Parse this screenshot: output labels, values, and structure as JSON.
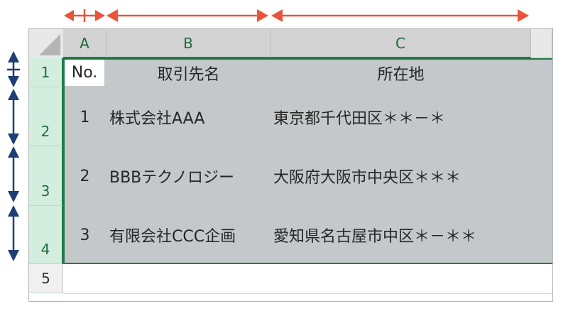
{
  "columns": [
    "A",
    "B",
    "C"
  ],
  "rows": [
    "1",
    "2",
    "3",
    "4",
    "5"
  ],
  "header": {
    "no": "No.",
    "name": "取引先名",
    "address": "所在地"
  },
  "records": [
    {
      "no": "1",
      "name": "株式会社AAA",
      "address": "東京都千代田区＊＊－＊"
    },
    {
      "no": "2",
      "name": "BBBテクノロジー",
      "address": "大阪府大阪市中央区＊＊＊"
    },
    {
      "no": "3",
      "name": "有限会社CCC企画",
      "address": "愛知県名古屋市中区＊－＊＊"
    }
  ],
  "colors": {
    "arrow_orange": "#e8553a",
    "arrow_navy": "#1d3f73",
    "grid_green": "#1f7a45"
  }
}
